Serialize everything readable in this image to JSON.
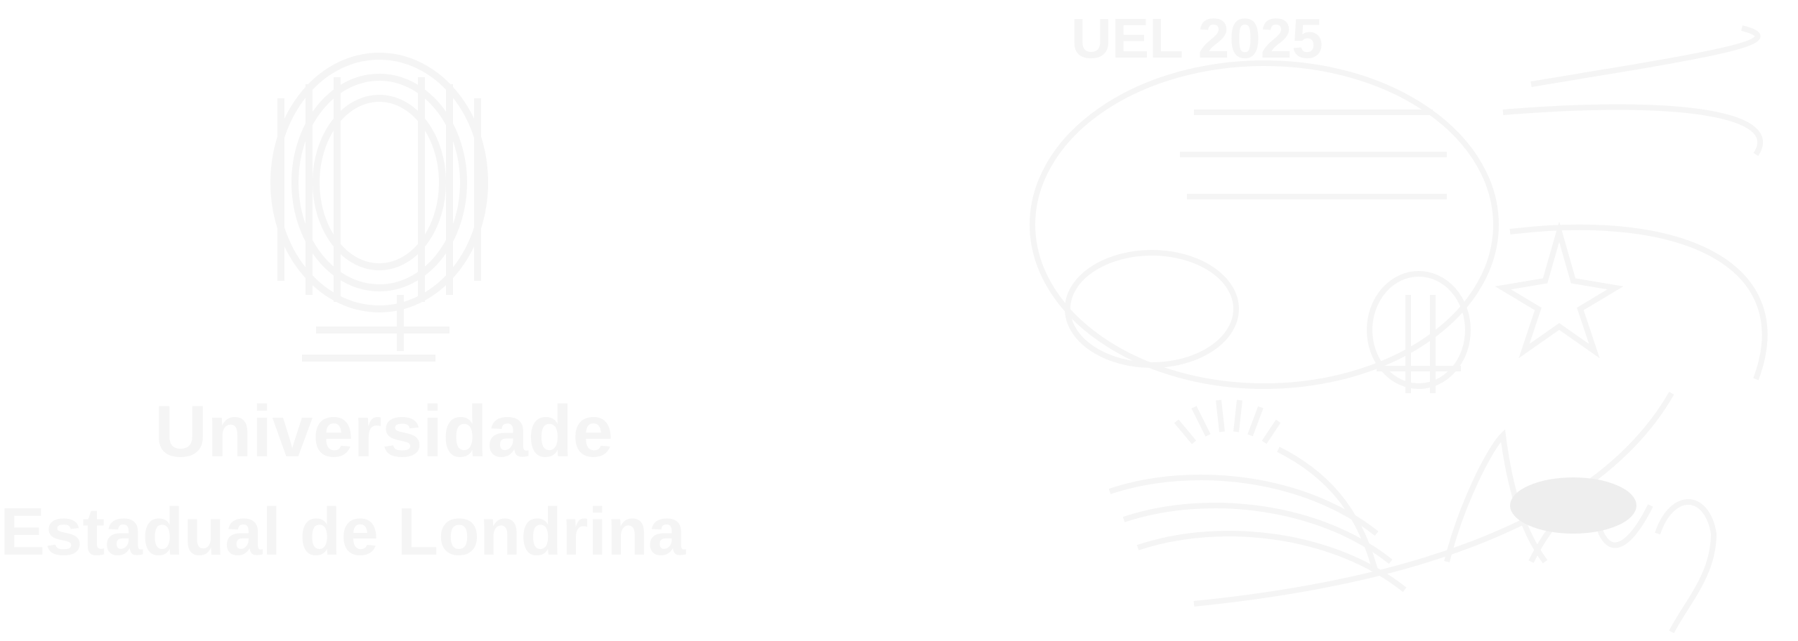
{
  "university_logo": {
    "name_line_1": "Universidade",
    "name_line_2": "Estadual de Londrina"
  },
  "event_logo": {
    "edition_label": "UEL 2025"
  },
  "colors": {
    "background": "#ffffff",
    "logo_ink": "#f5f5f5",
    "logo_ink_soft": "#eeeeee"
  }
}
